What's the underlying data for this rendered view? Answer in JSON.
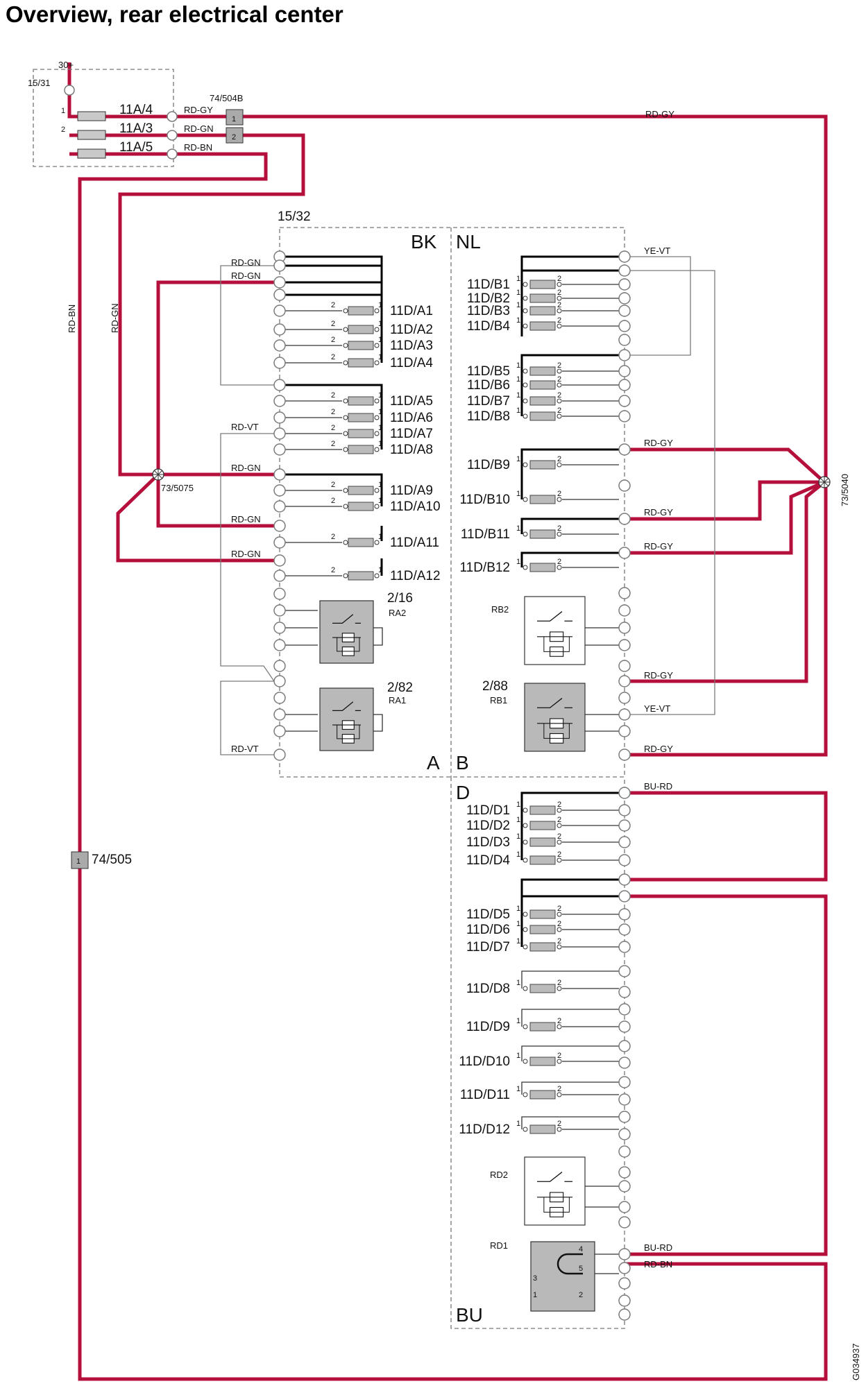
{
  "title": "Overview, rear electrical center",
  "colors": {
    "red": "#b5103c",
    "black": "#000000",
    "gray": "#7a7a7a"
  },
  "top": {
    "feed": "30+",
    "box": "15/31",
    "connector": "74/504B",
    "fuses": [
      {
        "name": "11A/4",
        "wire": "RD-GY",
        "pin": "1"
      },
      {
        "name": "11A/3",
        "wire": "RD-GN",
        "pin": "2"
      },
      {
        "name": "11A/5",
        "wire": "RD-BN",
        "pin": ""
      }
    ],
    "wire_left_bn": "RD-BN",
    "wire_left_gn": "RD-GN",
    "top_right_wire": "RD-GY",
    "ground_connector_pin": "1",
    "ground_connector": "74/505"
  },
  "center": {
    "box": "15/32",
    "sections": {
      "bk": "BK",
      "nl": "NL",
      "a": "A",
      "b": "B",
      "d": "D",
      "bu": "BU"
    },
    "splice_left": "73/5075",
    "splice_right": "73/5040",
    "a_wires": [
      "RD-GN",
      "RD-GN",
      "RD-VT",
      "RD-GN",
      "RD-GN",
      "RD-GN",
      "RD-VT"
    ],
    "a_fuses": [
      "11D/A1",
      "11D/A2",
      "11D/A3",
      "11D/A4",
      "11D/A5",
      "11D/A6",
      "11D/A7",
      "11D/A8",
      "11D/A9",
      "11D/A10",
      "11D/A11",
      "11D/A12"
    ],
    "relays_a": [
      {
        "code": "2/16",
        "name": "RA2"
      },
      {
        "code": "2/82",
        "name": "RA1"
      }
    ],
    "b_fuses": [
      "11D/B1",
      "11D/B2",
      "11D/B3",
      "11D/B4",
      "11D/B5",
      "11D/B6",
      "11D/B7",
      "11D/B8",
      "11D/B9",
      "11D/B10",
      "11D/B11",
      "11D/B12"
    ],
    "b_wires": [
      "YE-VT",
      "RD-GY",
      "RD-GY",
      "RD-GY",
      "RD-GY",
      "YE-VT",
      "RD-GY"
    ],
    "relays_b": [
      {
        "code": "",
        "name": "RB2"
      },
      {
        "code": "2/88",
        "name": "RB1"
      }
    ],
    "d_fuses": [
      "11D/D1",
      "11D/D2",
      "11D/D3",
      "11D/D4",
      "11D/D5",
      "11D/D6",
      "11D/D7",
      "11D/D8",
      "11D/D9",
      "11D/D10",
      "11D/D11",
      "11D/D12"
    ],
    "d_wires": [
      "BU-RD",
      "BU-RD",
      "RD-BN"
    ],
    "relays_d": [
      {
        "name": "RD2"
      },
      {
        "name": "RD1"
      }
    ]
  },
  "figure_id": "G034937"
}
